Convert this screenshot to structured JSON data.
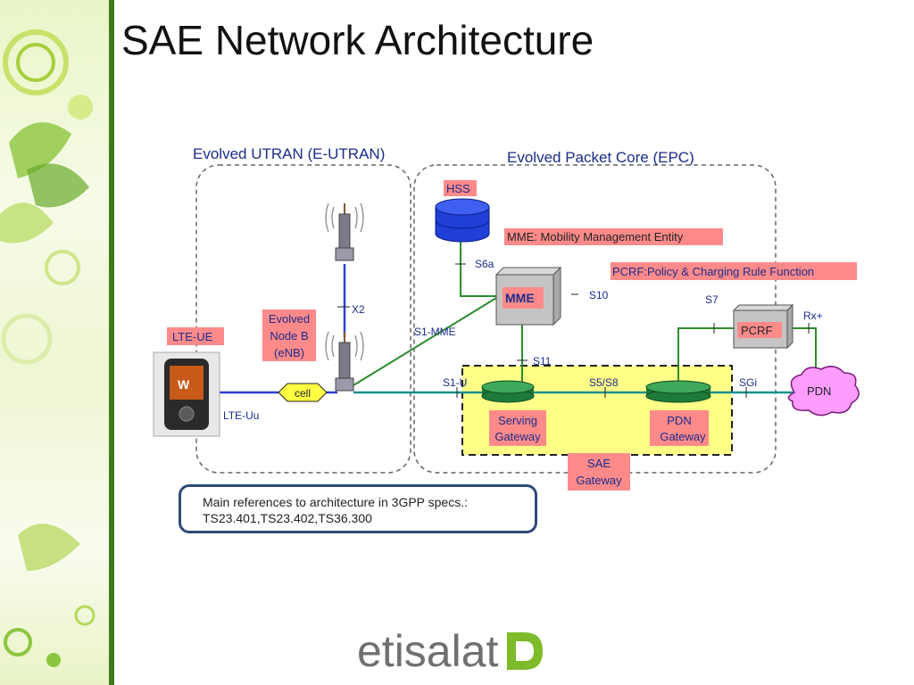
{
  "slide": {
    "title": "SAE Network Architecture"
  },
  "diagram": {
    "eutran_label": "Evolved UTRAN (E-UTRAN)",
    "epc_label": "Evolved Packet Core (EPC)",
    "nodes": {
      "hss": "HSS",
      "mme_desc": "MME: Mobility Management Entity",
      "pcrf_desc": "PCRF:Policy & Charging Rule Function",
      "mme": "MME",
      "pcrf": "PCRF",
      "lte_ue": "LTE-UE",
      "enb": [
        "Evolved",
        "Node B",
        "(eNB)"
      ],
      "cell": "cell",
      "serving_gw": [
        "Serving",
        "Gateway"
      ],
      "pdn_gw": [
        "PDN",
        "Gateway"
      ],
      "sae_gw": [
        "SAE",
        "Gateway"
      ],
      "pdn": "PDN"
    },
    "interfaces": {
      "s6a": "S6a",
      "s10": "S10",
      "s7": "S7",
      "rx": "Rx+",
      "x2": "X2",
      "s1_mme": "S1-MME",
      "s11": "S11",
      "s1_u": "S1-U",
      "s5_s8": "S5/S8",
      "sgi": "SGi",
      "lte_uu": "LTE-Uu"
    },
    "colors": {
      "highlight": "#ff8a8a",
      "gateway_fill": "#ffff88",
      "link_green": "#2e8b2e",
      "link_blue": "#2b3fd1",
      "link_teal": "#1a8f8f",
      "hss_blue": "#1f3fd6"
    }
  },
  "references": {
    "line1": "Main references to architecture in 3GPP specs.:",
    "line2": "TS23.401,TS23.402,TS36.300"
  },
  "logo": {
    "text": "etisalat"
  }
}
